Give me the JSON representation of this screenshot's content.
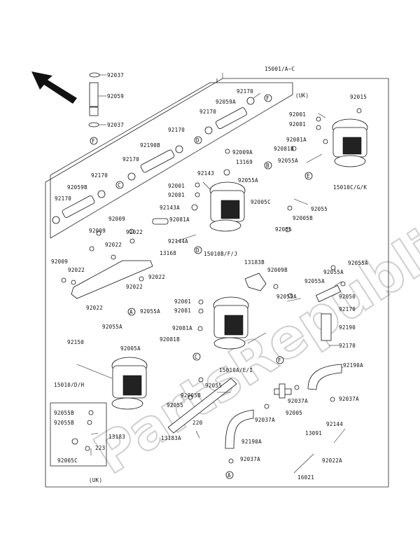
{
  "diagram": {
    "watermark": "PartsRepublik",
    "watermark_sub": "Parts",
    "assembly_label": "15001/A~C",
    "kit_label_top": "(UK)",
    "kit_label_bottom": "(UK)",
    "callout_F": "F",
    "callout_E": "E",
    "callout_D": "D",
    "callout_C": "C",
    "callout_B": "B",
    "callout_A": "A"
  },
  "labels": [
    {
      "id": "92037-a",
      "text": "92037"
    },
    {
      "id": "92059",
      "text": "92059"
    },
    {
      "id": "92037-b",
      "text": "92037"
    },
    {
      "id": "92170-a",
      "text": "92170"
    },
    {
      "id": "92059A",
      "text": "92059A"
    },
    {
      "id": "92170-b",
      "text": "92170"
    },
    {
      "id": "92170-c",
      "text": "92170"
    },
    {
      "id": "92190B",
      "text": "92190B"
    },
    {
      "id": "92170-d",
      "text": "92170"
    },
    {
      "id": "92170-e",
      "text": "92170"
    },
    {
      "id": "92059B",
      "text": "92059B"
    },
    {
      "id": "92170-f",
      "text": "92170"
    },
    {
      "id": "92015",
      "text": "92015"
    },
    {
      "id": "92001-a",
      "text": "92001"
    },
    {
      "id": "92081-a",
      "text": "92081"
    },
    {
      "id": "92081A-a",
      "text": "92081A"
    },
    {
      "id": "92081B",
      "text": "92081B"
    },
    {
      "id": "92009A",
      "text": "92009A"
    },
    {
      "id": "13169",
      "text": "13169"
    },
    {
      "id": "92143",
      "text": "92143"
    },
    {
      "id": "92055A-a",
      "text": "92055A"
    },
    {
      "id": "15010C",
      "text": "15010C/G/K"
    },
    {
      "id": "92001-b",
      "text": "92001"
    },
    {
      "id": "92081-b",
      "text": "92081"
    },
    {
      "id": "92055A-b",
      "text": "92055A"
    },
    {
      "id": "92005C-a",
      "text": "92005C"
    },
    {
      "id": "92055-a",
      "text": "92055"
    },
    {
      "id": "92143A",
      "text": "92143A"
    },
    {
      "id": "92005B-a",
      "text": "92005B"
    },
    {
      "id": "92081A-b",
      "text": "92081A"
    },
    {
      "id": "92055-b",
      "text": "92055"
    },
    {
      "id": "92009-a",
      "text": "92009"
    },
    {
      "id": "92009-b",
      "text": "92009"
    },
    {
      "id": "92022-a",
      "text": "92022"
    },
    {
      "id": "92022-b",
      "text": "92022"
    },
    {
      "id": "92144A",
      "text": "92144A"
    },
    {
      "id": "13168",
      "text": "13168"
    },
    {
      "id": "15010B",
      "text": "15010B/F/J"
    },
    {
      "id": "92009-c",
      "text": "92009"
    },
    {
      "id": "92022-c",
      "text": "92022"
    },
    {
      "id": "92022-d",
      "text": "92022"
    },
    {
      "id": "92022-e",
      "text": "92022"
    },
    {
      "id": "92022-f",
      "text": "92022"
    },
    {
      "id": "13183B",
      "text": "13183B"
    },
    {
      "id": "92009B",
      "text": "92009B"
    },
    {
      "id": "92055A-c",
      "text": "92055A"
    },
    {
      "id": "92055A-d",
      "text": "92055A"
    },
    {
      "id": "92055A-e",
      "text": "92055A"
    },
    {
      "id": "92055A-f",
      "text": "92055A"
    },
    {
      "id": "92050",
      "text": "92050"
    },
    {
      "id": "92001-c",
      "text": "92001"
    },
    {
      "id": "92081-c",
      "text": "92081"
    },
    {
      "id": "92055A-g",
      "text": "92055A"
    },
    {
      "id": "92170-g",
      "text": "92170"
    },
    {
      "id": "92055A-h",
      "text": "92055A"
    },
    {
      "id": "92081A-c",
      "text": "92081A"
    },
    {
      "id": "92190",
      "text": "92190"
    },
    {
      "id": "92005A-a",
      "text": "92005A"
    },
    {
      "id": "92081B-b",
      "text": "92081B"
    },
    {
      "id": "92170-h",
      "text": "92170"
    },
    {
      "id": "92150",
      "text": "92150"
    },
    {
      "id": "15010A",
      "text": "15010A/E/I"
    },
    {
      "id": "92190A-a",
      "text": "92190A"
    },
    {
      "id": "15010",
      "text": "15010/D/H"
    },
    {
      "id": "92055-c",
      "text": "92055"
    },
    {
      "id": "92005B-b",
      "text": "92005B"
    },
    {
      "id": "92037A-a",
      "text": "92037A"
    },
    {
      "id": "92037A-b",
      "text": "92037A"
    },
    {
      "id": "92055-d",
      "text": "92055"
    },
    {
      "id": "92005",
      "text": "92005"
    },
    {
      "id": "92037A-c",
      "text": "92037A"
    },
    {
      "id": "92055B-a",
      "text": "92055B"
    },
    {
      "id": "92055B-b",
      "text": "92055B"
    },
    {
      "id": "13183",
      "text": "13183"
    },
    {
      "id": "220",
      "text": "220"
    },
    {
      "id": "223",
      "text": "223"
    },
    {
      "id": "92144",
      "text": "92144"
    },
    {
      "id": "13091",
      "text": "13091"
    },
    {
      "id": "92005C-b",
      "text": "92005C"
    },
    {
      "id": "13183A",
      "text": "13183A"
    },
    {
      "id": "92190A-b",
      "text": "92190A"
    },
    {
      "id": "92022A",
      "text": "92022A"
    },
    {
      "id": "92037A-d",
      "text": "92037A"
    },
    {
      "id": "16021",
      "text": "16021"
    }
  ]
}
